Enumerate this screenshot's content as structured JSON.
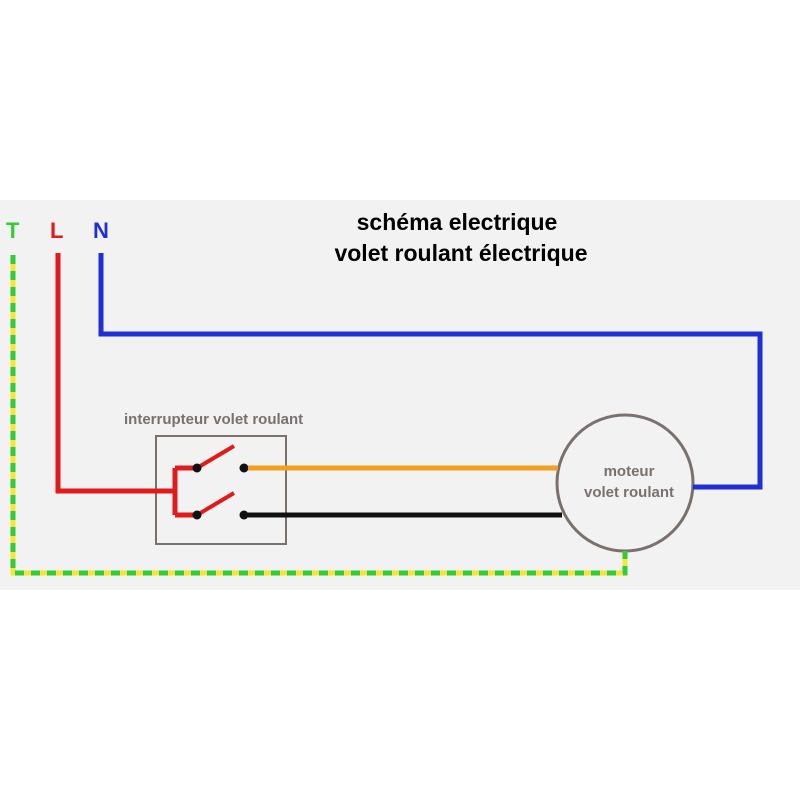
{
  "diagram": {
    "title_line1": "schéma electrique",
    "title_line2": "volet roulant électrique",
    "terminals": {
      "earth": "T",
      "live": "L",
      "neutral": "N"
    },
    "switch_label": "interrupteur volet roulant",
    "motor_label_line1": "moteur",
    "motor_label_line2": "volet roulant"
  },
  "colors": {
    "earth_green": "#33cc33",
    "earth_yellow": "#f5e63c",
    "live": "#e01b1b",
    "neutral": "#1f2fd6",
    "motor_wire_1": "#f0a01e",
    "motor_wire_2": "#111111",
    "outline": "#7a706c",
    "panel_background": "#f2f2f2"
  }
}
